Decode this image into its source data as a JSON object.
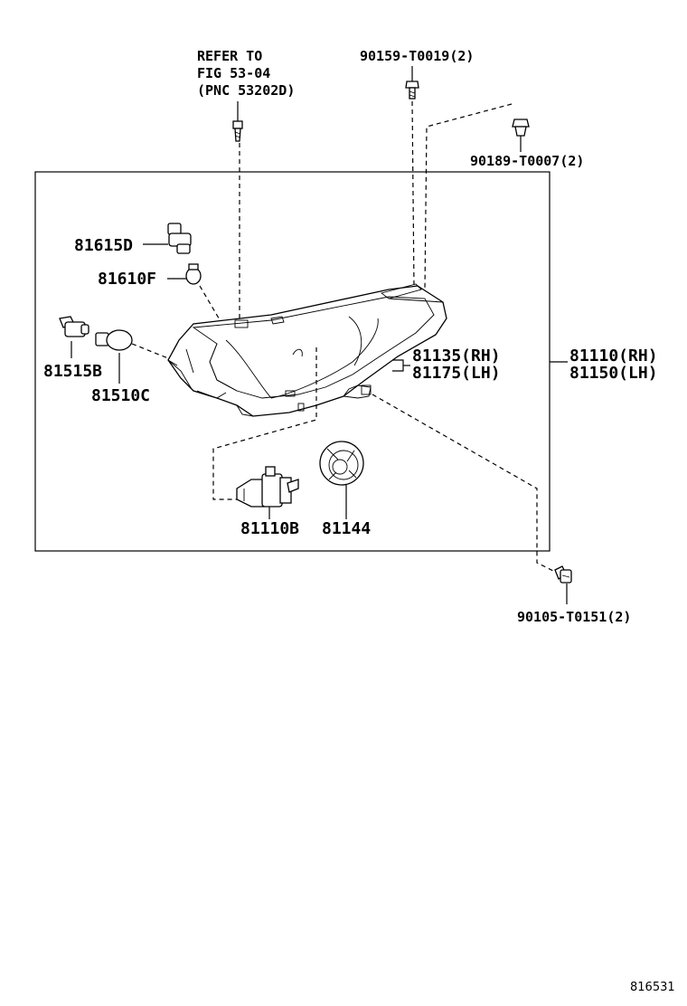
{
  "labels": {
    "refer_line1": "REFER TO",
    "refer_line2": "FIG 53-04",
    "refer_line3": "(PNC 53202D)",
    "bolt_top": "90159-T0019(2)",
    "clip_top": "90189-T0007(2)",
    "p81615d": "81615D",
    "p81610f": "81610F",
    "p81515b": "81515B",
    "p81510c": "81510C",
    "lens_rh": "81135(RH)",
    "lens_lh": "81175(LH)",
    "assy_rh": "81110(RH)",
    "assy_lh": "81150(LH)",
    "p81110b": "81110B",
    "p81144": "81144",
    "bolt_bottom": "90105-T0151(2)",
    "diagram_id": "816531"
  }
}
